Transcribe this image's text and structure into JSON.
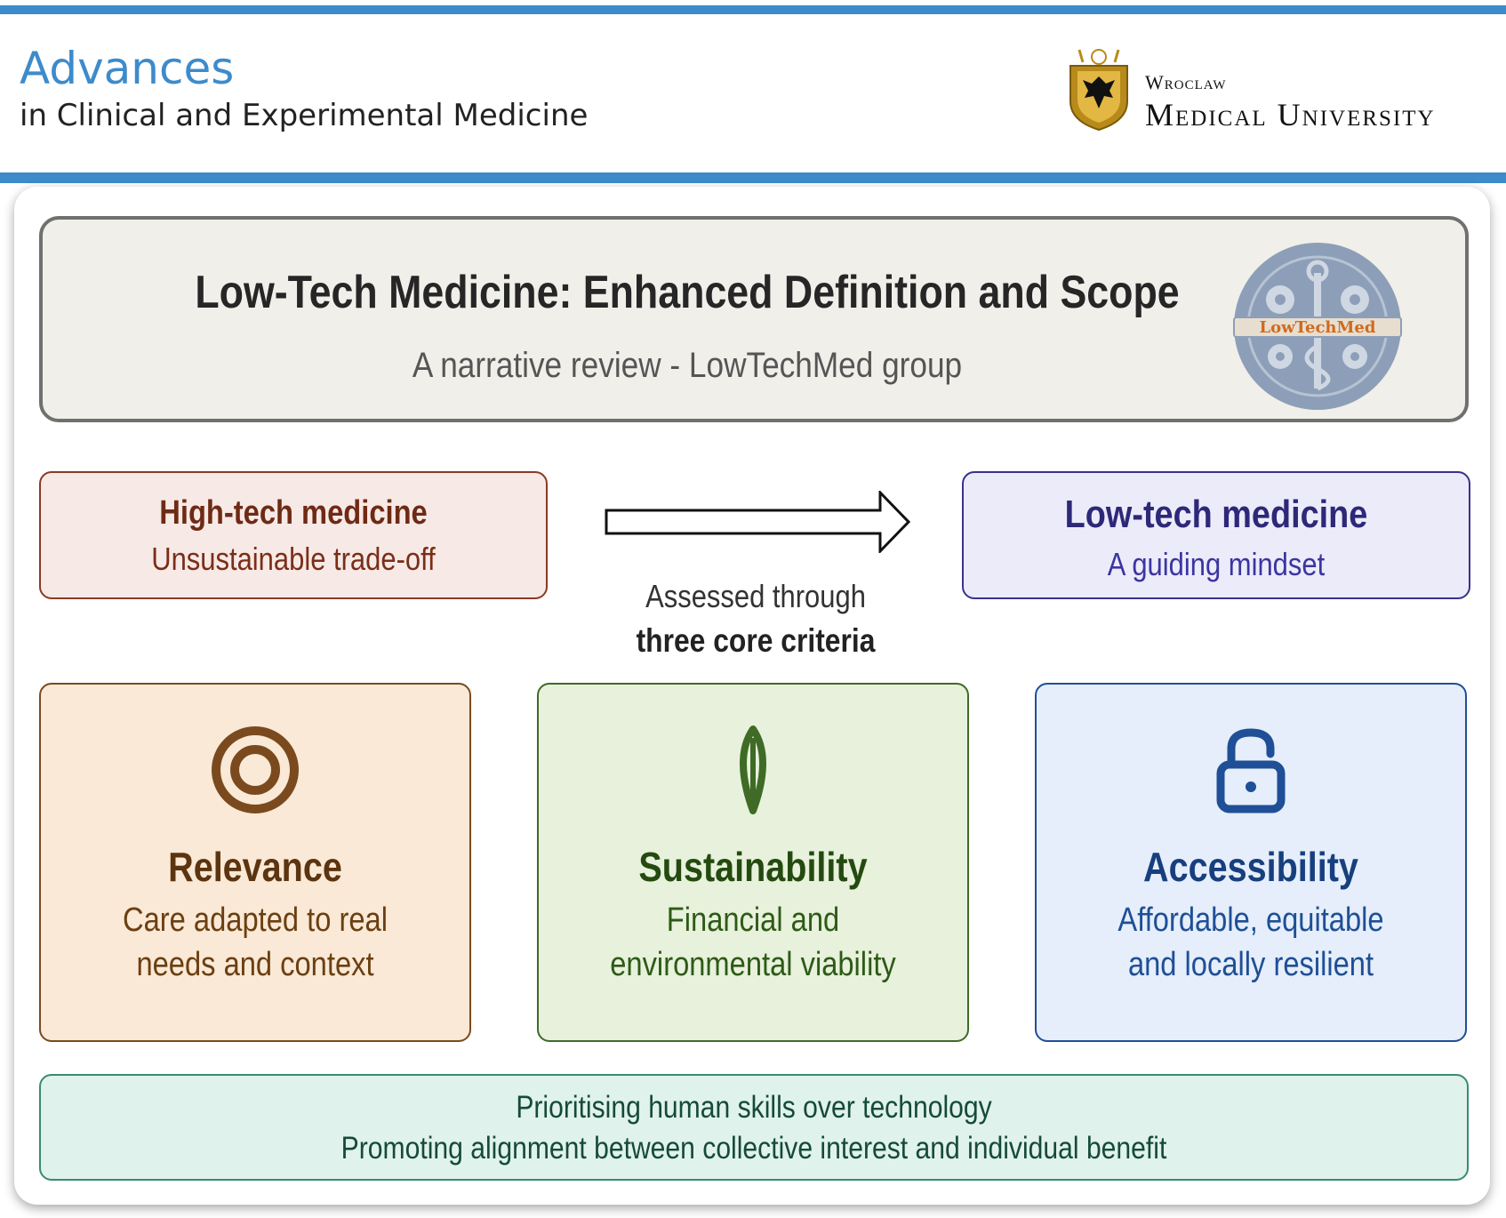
{
  "header": {
    "journal_line1": "Advances",
    "journal_line2": "in Clinical and Experimental Medicine",
    "university_line1": "Wroclaw",
    "university_line2": "Medical University"
  },
  "title_panel": {
    "title": "Low-Tech Medicine: Enhanced Definition and Scope",
    "subtitle": "A narrative review  -  LowTechMed group",
    "logo_text": "LowTechMed"
  },
  "comparison": {
    "high_tech": {
      "title": "High-tech medicine",
      "subtitle": "Unsustainable trade-off"
    },
    "low_tech": {
      "title": "Low-tech medicine",
      "subtitle": "A guiding mindset"
    },
    "arrow_caption_1": "Assessed through",
    "arrow_caption_2": "three core criteria"
  },
  "criteria": [
    {
      "title": "Relevance",
      "line1": "Care adapted to real",
      "line2": "needs and context",
      "icon": "target-icon"
    },
    {
      "title": "Sustainability",
      "line1": "Financial and",
      "line2": "environmental viability",
      "icon": "leaf-icon"
    },
    {
      "title": "Accessibility",
      "line1": "Affordable, equitable",
      "line2": "and locally resilient",
      "icon": "unlock-icon"
    }
  ],
  "footer": {
    "line1": "Prioritising human skills over technology",
    "line2": "Promoting alignment between collective interest and individual benefit"
  },
  "colors": {
    "journal_blue": "#3d8bcb",
    "high_tech": "#6e2a14",
    "low_tech": "#38328e",
    "relevance": "#6b3f12",
    "sustainability": "#2e5a16",
    "accessibility": "#173f7e",
    "footer": "#154a3a"
  }
}
